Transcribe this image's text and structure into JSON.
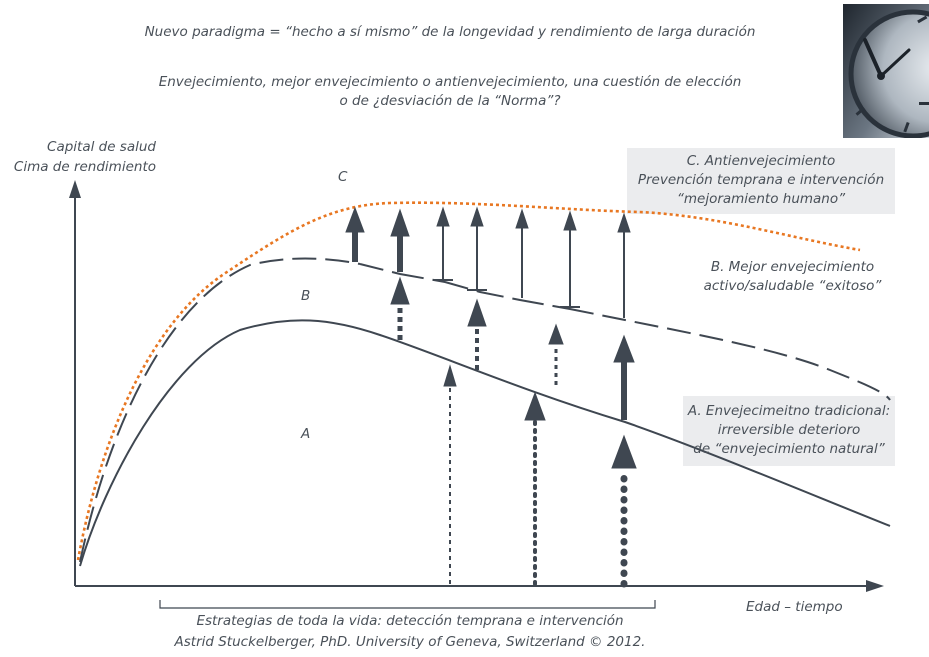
{
  "header": {
    "title": "Nuevo paradigma = “hecho a sí mismo” de la longevidad y rendimiento de larga duración",
    "question_line1": "Envejecimiento, mejor envejecimiento o antienvejecimiento, una cuestión de elección",
    "question_line2": "o de ¿desviación de la “Norma”?"
  },
  "axes": {
    "y_label_line1": "Capital de salud",
    "y_label_line2": "Cima de rendimiento",
    "x_label": "Edad – tiempo"
  },
  "curves": {
    "a": {
      "letter": "A",
      "style": "solid",
      "color": "#3f4751"
    },
    "b": {
      "letter": "B",
      "style": "dashed",
      "color": "#3f4751"
    },
    "c": {
      "letter": "C",
      "style": "dotted",
      "color": "#e87722"
    }
  },
  "legend": {
    "c": [
      "C. Antienvejecimiento",
      "Prevención temprana e intervención",
      "“mejoramiento humano”"
    ],
    "b": [
      "B. Mejor envejecimiento",
      "activo/saludable “exitoso”"
    ],
    "a": [
      "A. Envejecimeitno tradicional:",
      "irreversible deterioro",
      "de “envejecimiento natural”"
    ]
  },
  "footer": {
    "strategies": "Estrategias de toda la vida: detección temprana e intervención",
    "credit": "Astrid Stuckelberger, PhD. University of Geneva, Switzerland © 2012."
  },
  "colors": {
    "ink": "#3f4751",
    "text": "#4a5159",
    "orange": "#e87722",
    "legend_bg": "#ebecee"
  },
  "icons": {
    "clock": "clock-photo"
  }
}
